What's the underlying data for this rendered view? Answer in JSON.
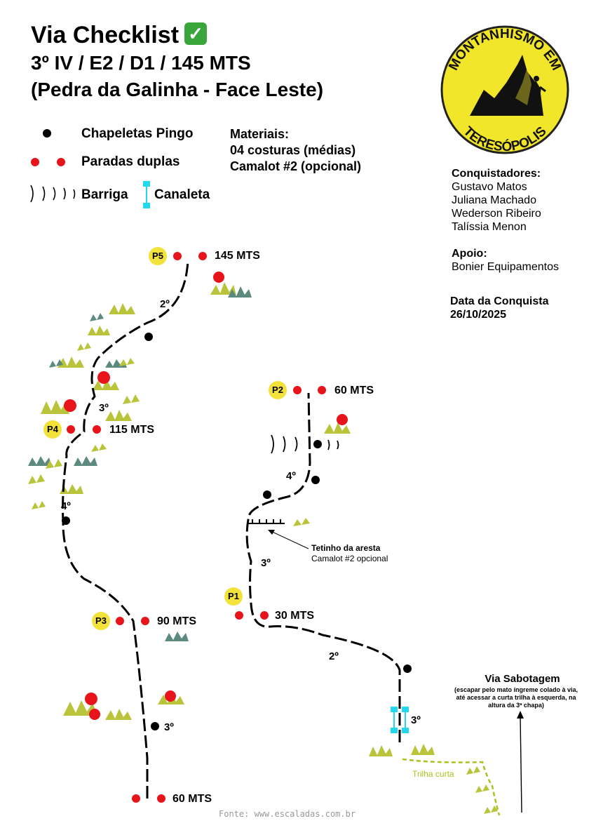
{
  "header": {
    "title": "Via Checklist",
    "grade_line": "3º IV / E2 / D1 / 145 MTS",
    "location_line": "(Pedra da Galinha - Face Leste)"
  },
  "legend": {
    "bolt_label": "Chapeletas Pingo",
    "anchor_label": "Paradas duplas",
    "overhang_label": "Barriga",
    "gully_label": "Canaleta"
  },
  "materials": {
    "heading": "Materiais:",
    "items": [
      "04 costuras (médias)",
      "Camalot #2 (opcional)"
    ]
  },
  "logo": {
    "text_top": "MONTANHISMO EM",
    "text_bottom": "TERESÓPOLIS",
    "background_color": "#f2e62a"
  },
  "credits": {
    "conquerors_heading": "Conquistadores:",
    "conquerors": [
      "Gustavo Matos",
      "Juliana Machado",
      "Wederson Ribeiro",
      "Talíssia Menon"
    ],
    "support_heading": "Apoio:",
    "support": "Bonier Equipamentos",
    "date_heading": "Data da Conquista",
    "date": "26/10/2025"
  },
  "topo": {
    "belays": {
      "p5": {
        "badge": "P5",
        "height": "145 MTS"
      },
      "p4": {
        "badge": "P4",
        "height": "115 MTS"
      },
      "p3": {
        "badge": "P3",
        "height": "90 MTS"
      },
      "p2": {
        "badge": "P2",
        "height": "60 MTS"
      },
      "p1": {
        "badge": "P1",
        "height": "30 MTS"
      },
      "p3_start": {
        "height": "60 MTS"
      }
    },
    "grades": {
      "p5_section": "2º",
      "p4_upper": "3º",
      "p4_lower": "4º",
      "p3_section": "3º",
      "p2_section": "4º",
      "p1_upper": "3º",
      "p1_lower": "2º",
      "start": "3º"
    },
    "feature_note": {
      "title": "Tetinho da aresta",
      "subtitle": "Camalot #2 opcional"
    },
    "trail_label": "Trilha curta",
    "neighbor_route": {
      "name": "Via Sabotagem",
      "note": "(escapar pelo mato íngreme colado à via, até acessar a curta trilha à esquerda, na altura da 3ª chapa)"
    },
    "colors": {
      "anchor": "#e8141b",
      "badge": "#f2e23a",
      "gully": "#22d8f0",
      "trail": "#a8c21e"
    }
  },
  "footer": {
    "source": "Fonte: www.escaladas.com.br"
  }
}
